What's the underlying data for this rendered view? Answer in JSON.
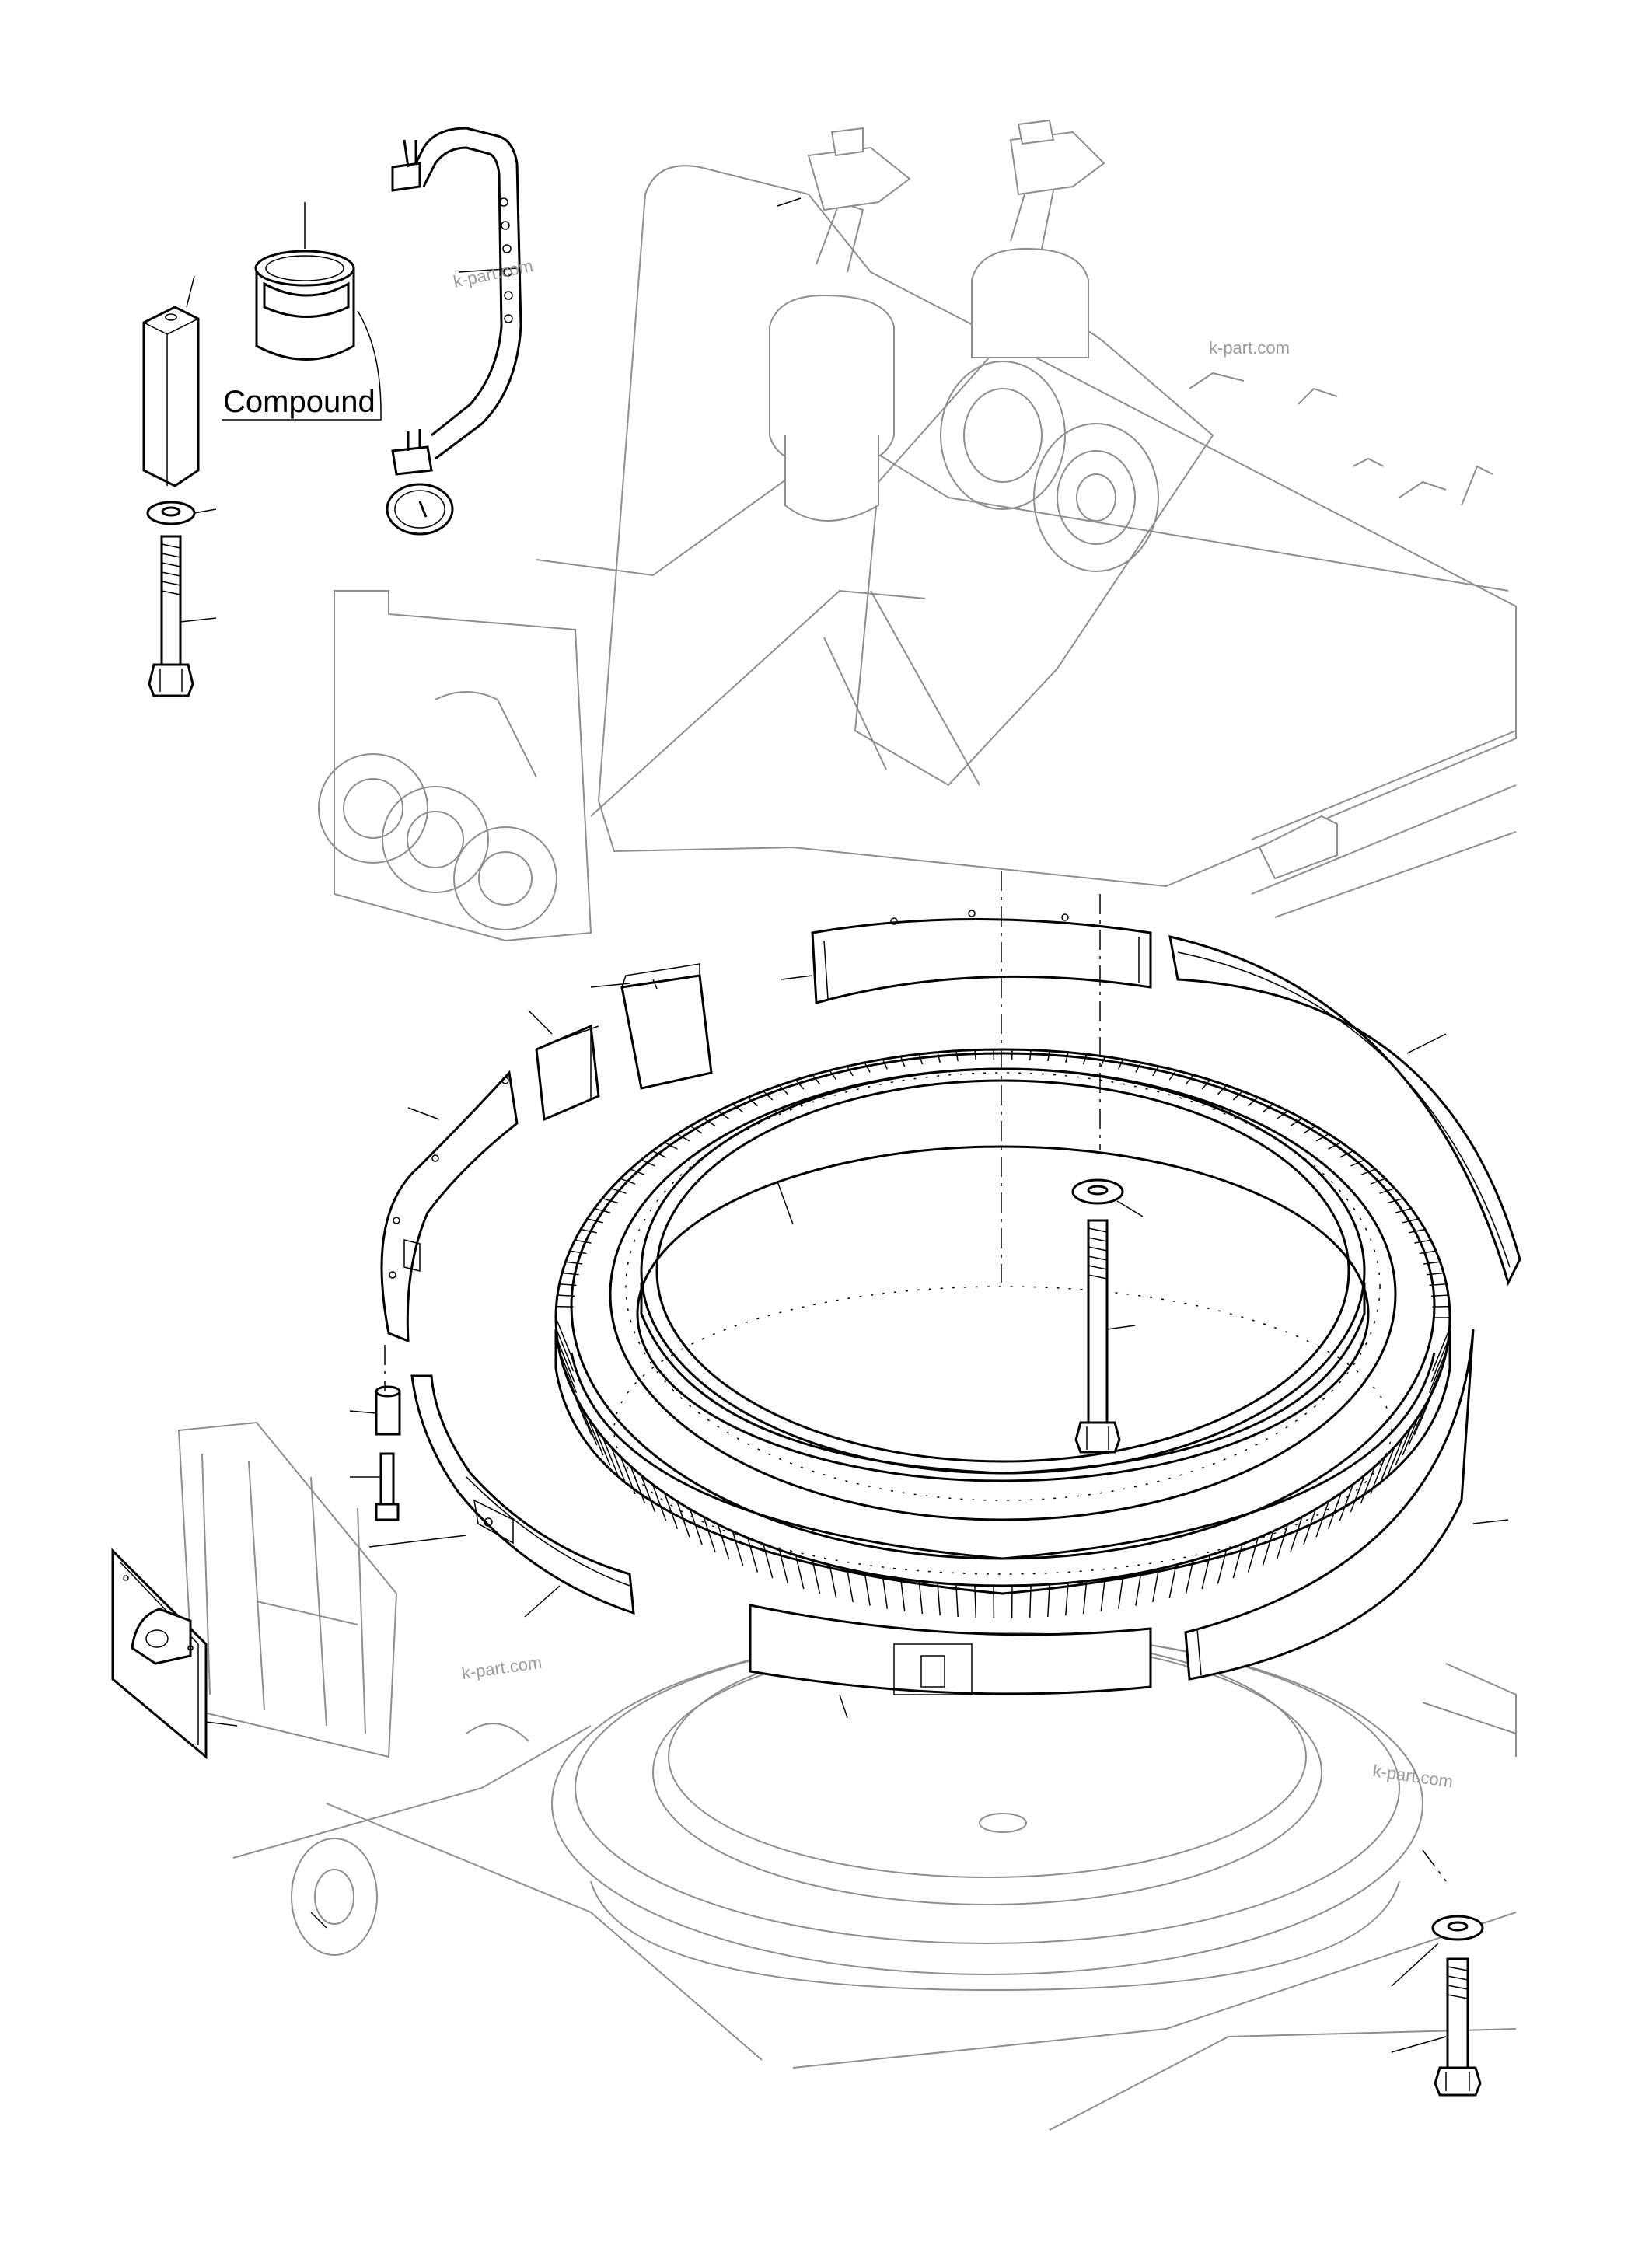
{
  "callout_label": "Compound",
  "watermarks": [
    "k-part.com",
    "k-part.com",
    "k-part.com",
    "k-part.com"
  ],
  "colors": {
    "line": "#000000",
    "background_line": "#8d8d8d",
    "watermark": "#9a9a9a",
    "paper": "#ffffff"
  }
}
